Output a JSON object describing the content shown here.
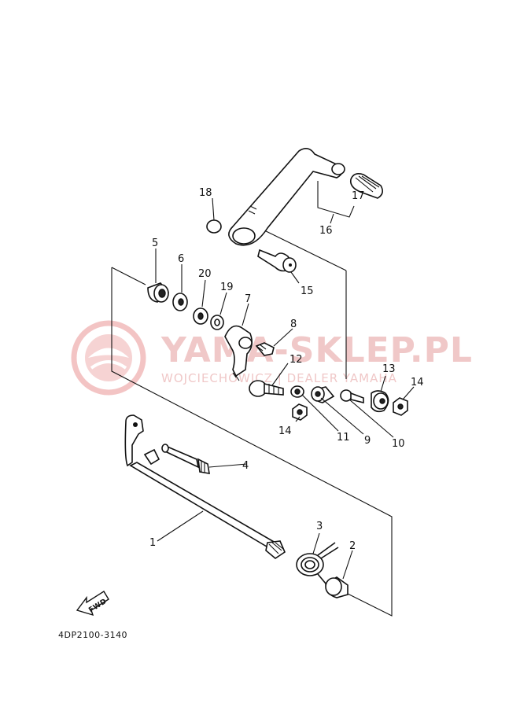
{
  "watermark": {
    "title": "YAMA-SKLEP.PL",
    "subtitle": "WOJCIECHOWICZ | DEALER YAMAHA",
    "color": "#f0c8c8"
  },
  "diagram_code": "4DP2100-3140",
  "fwd_label": "FWD",
  "callouts": {
    "c1": "1",
    "c2": "2",
    "c3": "3",
    "c4": "4",
    "c5": "5",
    "c6": "6",
    "c7": "7",
    "c8": "8",
    "c9": "9",
    "c10": "10",
    "c11": "11",
    "c12": "12",
    "c13": "13",
    "c14a": "14",
    "c14b": "14",
    "c15": "15",
    "c16": "16",
    "c17": "17",
    "c18": "18",
    "c19": "19",
    "c20": "20"
  }
}
